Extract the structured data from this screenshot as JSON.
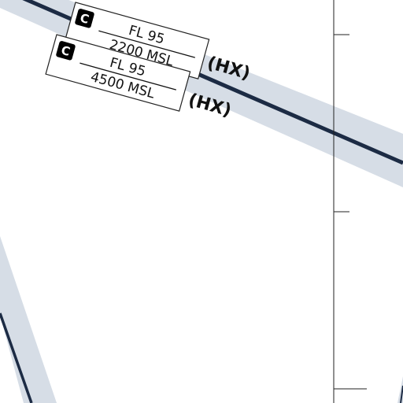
{
  "map": {
    "colors": {
      "background": "#ffffff",
      "airspace_band": "#d6dde6",
      "boundary_line": "#1c2b44",
      "grid_line": "#222222",
      "label_box_fill": "#ffffff",
      "class_badge": "#000000"
    },
    "labels": [
      {
        "class_letter": "C",
        "ceiling": "FL 95",
        "floor": "2200 MSL",
        "suffix": "(HX)"
      },
      {
        "class_letter": "C",
        "ceiling": "FL 95",
        "floor": "4500 MSL",
        "suffix": "(HX)"
      }
    ]
  }
}
